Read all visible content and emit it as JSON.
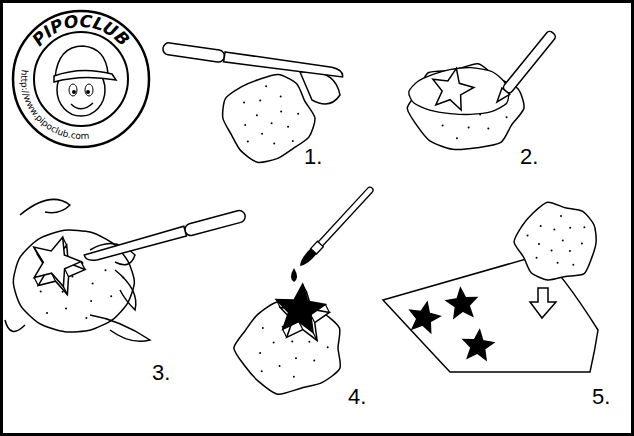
{
  "diagram": {
    "nodes": [
      {
        "text": [
          "PIPOCLUB",
          "http://www.pipoclub.com"
        ]
      }
    ],
    "labels": [
      "1.",
      "2.",
      "3.",
      "4.",
      "5."
    ]
  }
}
